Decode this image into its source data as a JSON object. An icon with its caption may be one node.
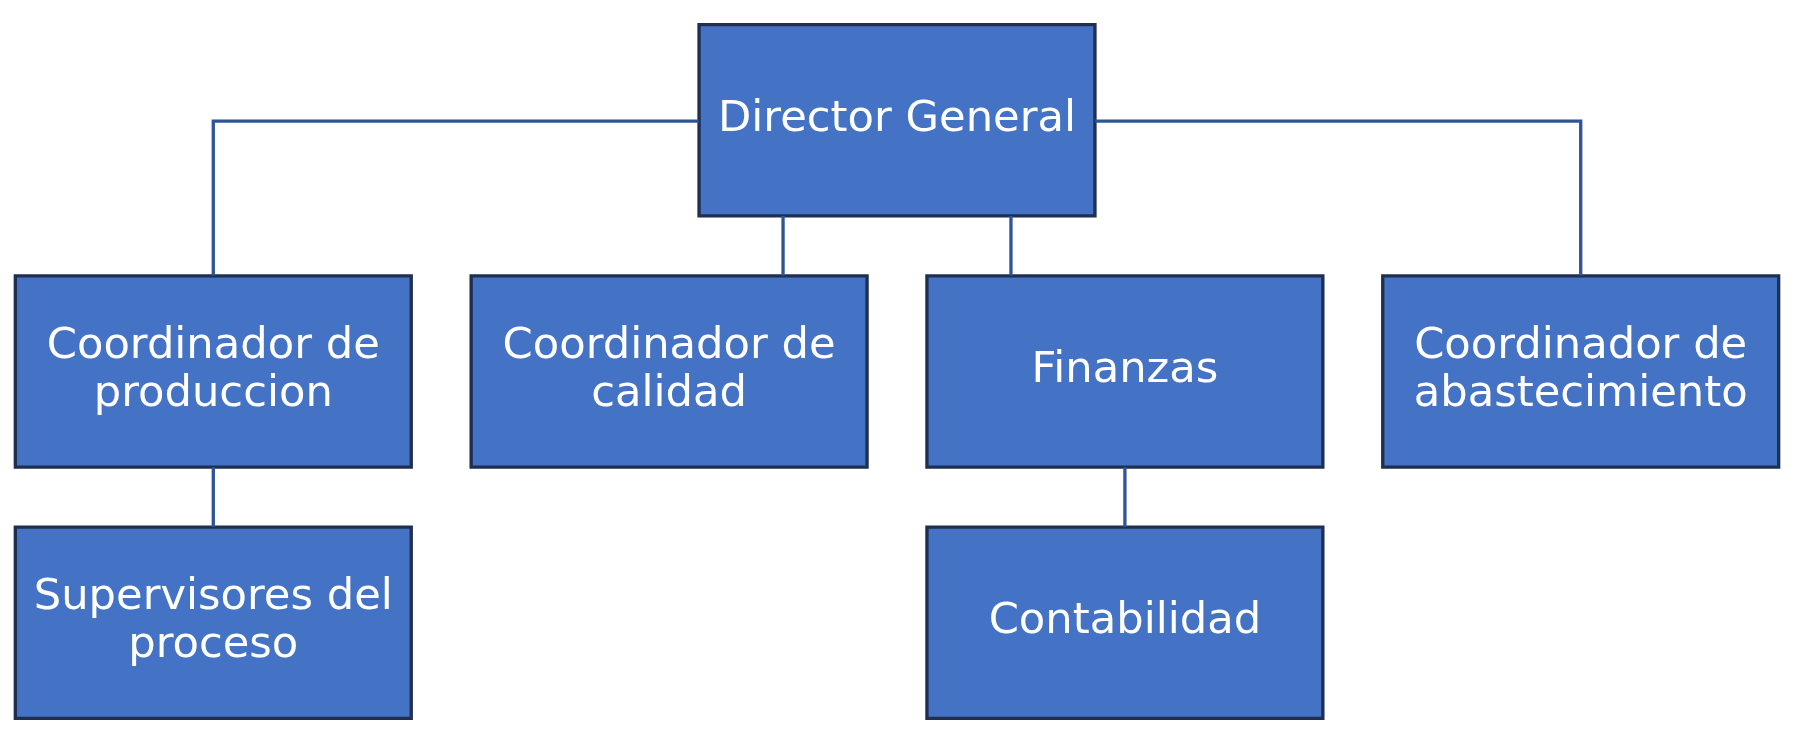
{
  "diagram": {
    "nodes": [
      {
        "text": [
          "Director General"
        ]
      },
      {
        "text": [
          "Coordinador de produccion"
        ]
      },
      {
        "text": [
          "Coordinador de calidad"
        ]
      },
      {
        "text": [
          "Finanzas"
        ]
      },
      {
        "text": [
          "Coordinador de abastecimiento"
        ]
      },
      {
        "text": [
          "Supervisores del proceso"
        ]
      },
      {
        "text": [
          "Contabilidad"
        ]
      }
    ],
    "edges": [
      {
        "from": 0,
        "to": 1,
        "arrow": "none"
      },
      {
        "from": 0,
        "to": 2,
        "arrow": "none"
      },
      {
        "from": 0,
        "to": 3,
        "arrow": "none"
      },
      {
        "from": 0,
        "to": 4,
        "arrow": "none"
      },
      {
        "from": 1,
        "to": 5,
        "arrow": "none"
      },
      {
        "from": 3,
        "to": 6,
        "arrow": "none"
      }
    ]
  }
}
